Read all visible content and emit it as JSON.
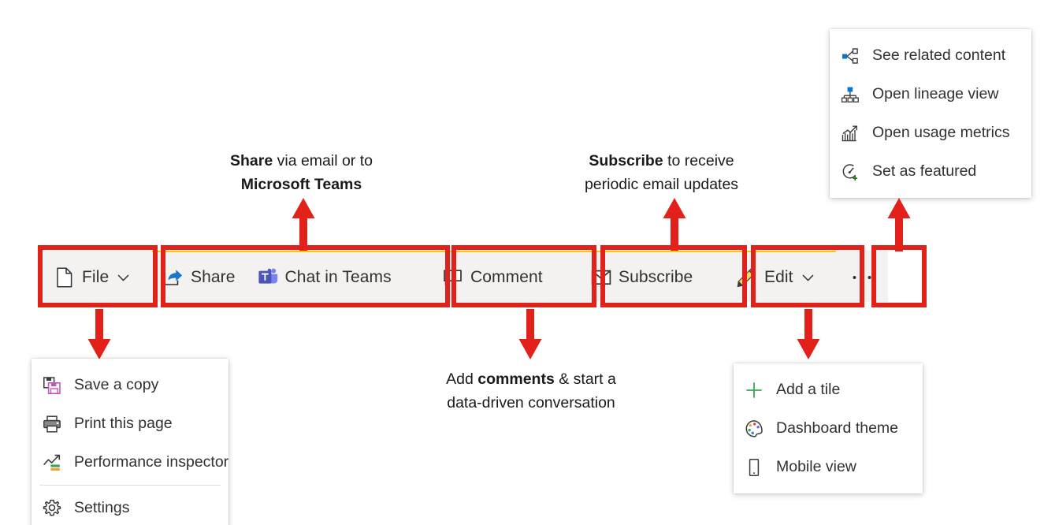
{
  "theme": {
    "accent_red": "#e3211b",
    "powerbi_yellow": "#f2c811",
    "toolbar_bg": "#f3f2f1",
    "text": "#323130",
    "menu_bg": "#ffffff"
  },
  "toolbar": {
    "groups": [
      {
        "name": "file-group",
        "buttons": [
          {
            "icon": "file-icon",
            "label": "File",
            "chevron": true
          }
        ]
      },
      {
        "name": "share-group",
        "buttons": [
          {
            "icon": "share-icon",
            "label": "Share",
            "chevron": false
          },
          {
            "icon": "teams-icon",
            "label": "Chat in Teams",
            "chevron": false
          }
        ]
      },
      {
        "name": "comment-group",
        "buttons": [
          {
            "icon": "comment-icon",
            "label": "Comment",
            "chevron": false
          }
        ]
      },
      {
        "name": "subscribe-group",
        "buttons": [
          {
            "icon": "envelope-icon",
            "label": "Subscribe",
            "chevron": false
          }
        ]
      },
      {
        "name": "edit-group",
        "buttons": [
          {
            "icon": "pencil-icon",
            "label": "Edit",
            "chevron": true
          }
        ]
      },
      {
        "name": "more-group",
        "buttons": [
          {
            "icon": "more-ellipsis-icon",
            "label": "",
            "chevron": false
          }
        ]
      }
    ]
  },
  "menus": {
    "file": {
      "name": "file-menu",
      "items": [
        {
          "icon": "save-copy-icon",
          "label": "Save a copy"
        },
        {
          "icon": "printer-icon",
          "label": "Print this page"
        },
        {
          "icon": "performance-inspector-icon",
          "label": "Performance inspector"
        },
        {
          "separator": true
        },
        {
          "icon": "settings-gear-icon",
          "label": "Settings"
        }
      ]
    },
    "edit": {
      "name": "edit-menu",
      "items": [
        {
          "icon": "plus-icon",
          "label": "Add a tile"
        },
        {
          "icon": "palette-icon",
          "label": "Dashboard theme"
        },
        {
          "icon": "mobile-icon",
          "label": "Mobile view"
        }
      ]
    },
    "more": {
      "name": "more-menu",
      "items": [
        {
          "icon": "related-content-icon",
          "label": "See related content"
        },
        {
          "icon": "lineage-icon",
          "label": "Open lineage view"
        },
        {
          "icon": "usage-metrics-icon",
          "label": "Open usage metrics"
        },
        {
          "icon": "set-featured-icon",
          "label": "Set as featured"
        }
      ]
    }
  },
  "annotations": [
    {
      "name": "share-annotation",
      "line1_bold": "Share",
      "line1_rest": " via email or to",
      "line2_bold": "Microsoft Teams",
      "line2_rest": ""
    },
    {
      "name": "subscribe-annotation",
      "line1_bold": "Subscribe",
      "line1_rest": " to receive",
      "line2_bold": "",
      "line2_rest": "periodic email updates"
    },
    {
      "name": "comment-annotation",
      "line1_pre": "Add ",
      "line1_bold": "comments",
      "line1_rest": " & start a",
      "line2_rest": "data-driven conversation"
    }
  ]
}
